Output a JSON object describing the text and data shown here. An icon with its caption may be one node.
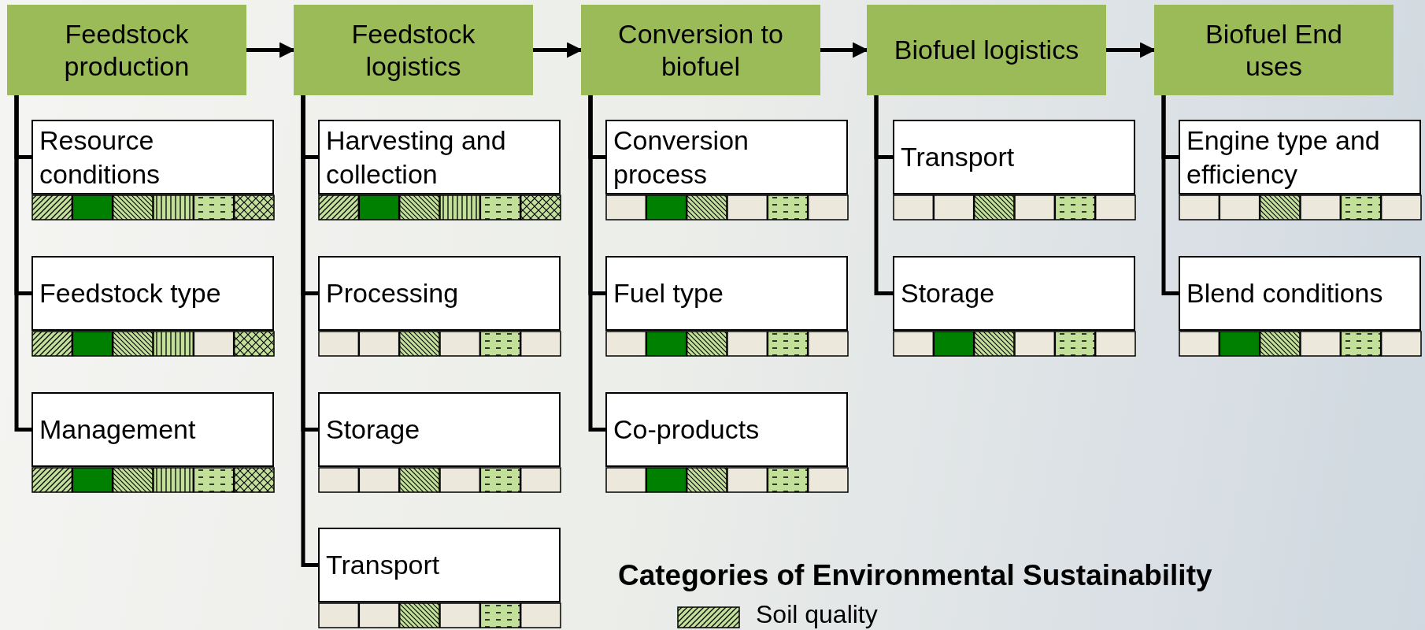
{
  "diagram": {
    "nodes": [
      {
        "text": [
          "Feedstock production"
        ]
      },
      {
        "text": [
          "Feedstock logistics"
        ]
      },
      {
        "text": [
          "Conversion to biofuel"
        ]
      },
      {
        "text": [
          "Biofuel logistics"
        ]
      },
      {
        "text": [
          "Biofuel End uses"
        ]
      },
      {
        "text": [
          "Resource conditions"
        ]
      },
      {
        "text": [
          "Feedstock type"
        ]
      },
      {
        "text": [
          "Management"
        ]
      },
      {
        "text": [
          "Harvesting and collection"
        ]
      },
      {
        "text": [
          "Processing"
        ]
      },
      {
        "text": [
          "Storage"
        ]
      },
      {
        "text": [
          "Transport"
        ]
      },
      {
        "text": [
          "Conversion process"
        ]
      },
      {
        "text": [
          "Fuel type"
        ]
      },
      {
        "text": [
          "Co-products"
        ]
      },
      {
        "text": [
          "Transport"
        ]
      },
      {
        "text": [
          "Storage"
        ]
      },
      {
        "text": [
          "Engine type and efficiency"
        ]
      },
      {
        "text": [
          "Blend conditions"
        ]
      }
    ],
    "edges": [
      {
        "from": 0,
        "to": 1,
        "arrow": "to"
      },
      {
        "from": 1,
        "to": 2,
        "arrow": "to"
      },
      {
        "from": 2,
        "to": 3,
        "arrow": "to"
      },
      {
        "from": 3,
        "to": 4,
        "arrow": "to"
      },
      {
        "from": 0,
        "to": 5,
        "arrow": "none"
      },
      {
        "from": 0,
        "to": 6,
        "arrow": "none"
      },
      {
        "from": 0,
        "to": 7,
        "arrow": "none"
      },
      {
        "from": 1,
        "to": 8,
        "arrow": "none"
      },
      {
        "from": 1,
        "to": 9,
        "arrow": "none"
      },
      {
        "from": 1,
        "to": 10,
        "arrow": "none"
      },
      {
        "from": 1,
        "to": 11,
        "arrow": "none"
      },
      {
        "from": 2,
        "to": 12,
        "arrow": "none"
      },
      {
        "from": 2,
        "to": 13,
        "arrow": "none"
      },
      {
        "from": 2,
        "to": 14,
        "arrow": "none"
      },
      {
        "from": 3,
        "to": 15,
        "arrow": "none"
      },
      {
        "from": 3,
        "to": 16,
        "arrow": "none"
      },
      {
        "from": 4,
        "to": 17,
        "arrow": "none"
      },
      {
        "from": 4,
        "to": 18,
        "arrow": "none"
      }
    ],
    "labels": [
      "Categories of Environmental Sustainability"
    ],
    "legend": [
      {
        "text": "Soil quality"
      }
    ]
  }
}
